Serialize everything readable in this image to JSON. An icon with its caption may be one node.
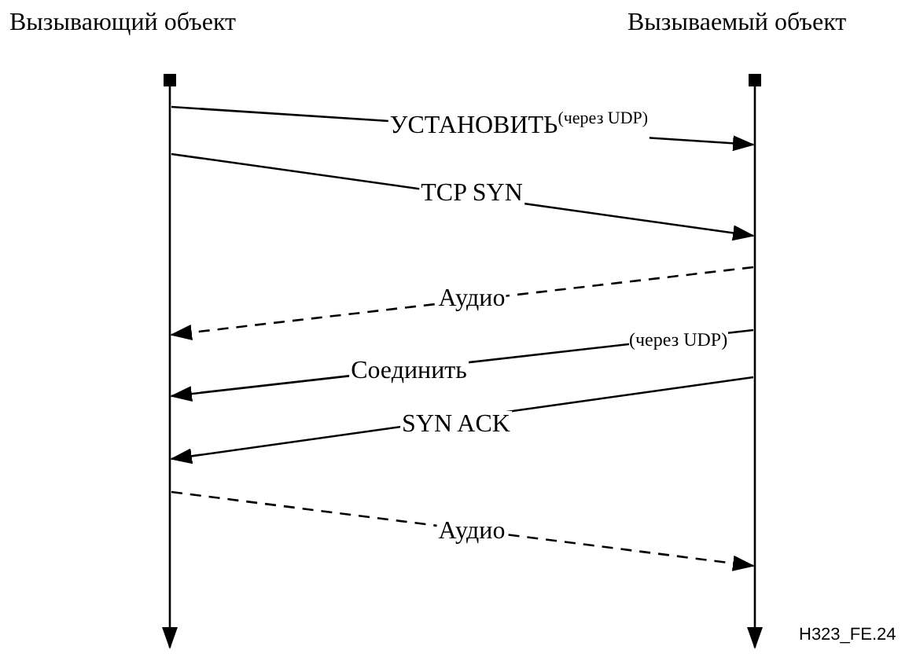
{
  "diagram": {
    "nodes": [
      {
        "text": [
          "Вызывающий объект"
        ]
      },
      {
        "text": [
          "Вызываемый объект"
        ]
      }
    ],
    "edges": [
      {
        "from": 0,
        "to": 1,
        "arrow": "to",
        "label": "УСТАНОВИТЬ$^{(через UDP)}$"
      },
      {
        "from": 0,
        "to": 1,
        "arrow": "to",
        "label": "TCP SYN"
      },
      {
        "from": 1,
        "to": 0,
        "arrow": "to",
        "label": "Аудио",
        "style": "dashed"
      },
      {
        "from": 1,
        "to": 0,
        "arrow": "to",
        "label": "Соединить"
      },
      {
        "from": 1,
        "to": 0,
        "arrow": "to",
        "label": "SYN ACK"
      },
      {
        "from": 0,
        "to": 1,
        "arrow": "to",
        "label": "Аудио",
        "style": "dashed"
      },
      {
        "from": 0,
        "to": null,
        "arrow": "to"
      },
      {
        "from": 1,
        "to": null,
        "arrow": "to"
      }
    ],
    "labels": [
      "(через UDP)",
      "H323_FE.24"
    ]
  }
}
